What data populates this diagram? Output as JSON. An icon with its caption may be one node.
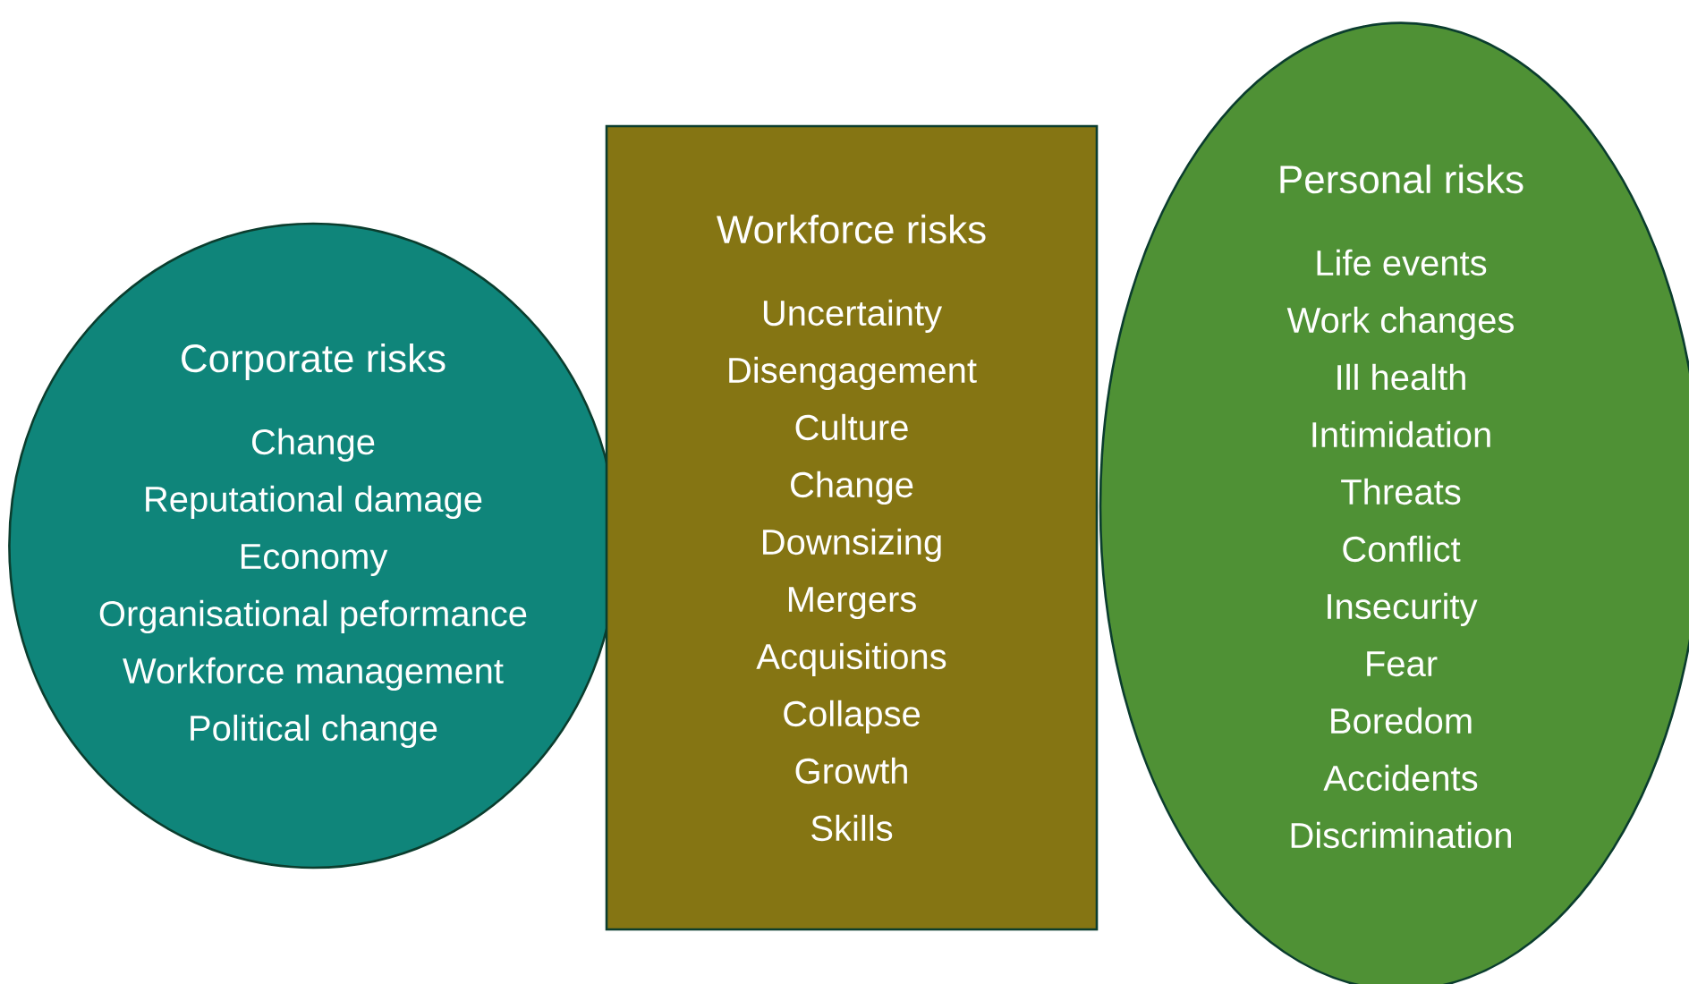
{
  "diagram": {
    "nodes": [
      {
        "text": [
          "Corporate risks",
          "Change",
          "Reputational damage",
          "Economy",
          "Organisational peformance",
          "Workforce management",
          "Political change"
        ]
      },
      {
        "text": [
          "Workforce risks",
          "Uncertainty",
          "Disengagement",
          "Culture",
          "Change",
          "Downsizing",
          "Mergers",
          "Acquisitions",
          "Collapse",
          "Growth",
          "Skills"
        ]
      },
      {
        "text": [
          "Personal risks",
          "Life events",
          "Work changes",
          "Ill health",
          "Intimidation",
          "Threats",
          "Conflict",
          "Insecurity",
          "Fear",
          "Boredom",
          "Accidents",
          "Discrimination"
        ]
      }
    ]
  }
}
